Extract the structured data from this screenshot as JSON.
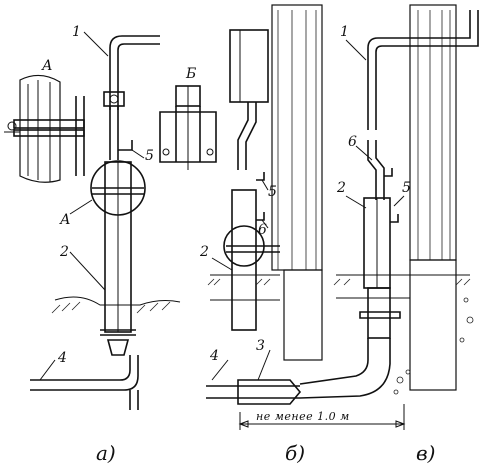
{
  "labels": {
    "a": "А",
    "b": "Б",
    "n1a": "1",
    "n1b": "1",
    "n2a": "2",
    "n2b": "2",
    "n2c": "2",
    "n3": "3",
    "n4a": "4",
    "n4b": "4",
    "n5a": "5",
    "n5b": "5",
    "n5c": "5",
    "n6a": "6",
    "n6b": "6",
    "callout_a": "А",
    "distance_note": "не менее 1.0 м"
  },
  "captions": {
    "a": "а)",
    "b": "б)",
    "c": "в)"
  }
}
